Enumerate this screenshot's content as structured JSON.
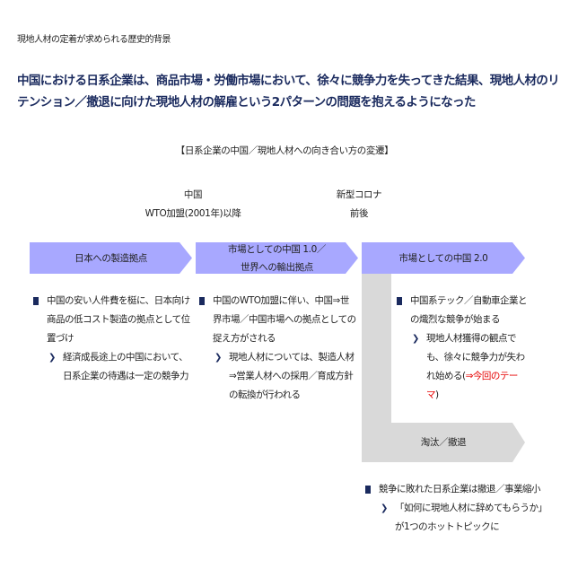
{
  "page": {
    "subtitle": "現地人材の定着が求められる歴史的背景",
    "headline": "中国における日系企業は、商品市場・労働市場において、徐々に競争力を失ってきた結果、現地人材のリテンション／撤退に向けた現地人材の解雇という2パターンの問題を抱えるようになった"
  },
  "diagram": {
    "title": "【日系企業の中国／現地人材への向き合い方の変遷】",
    "era_labels": [
      {
        "line1": "中国",
        "line2": "WTO加盟(2001年)以降"
      },
      {
        "line1": "新型コロナ",
        "line2": "前後"
      }
    ],
    "phases": [
      {
        "label": "日本への製造拠点",
        "bullet": "中国の安い人件費を梃に、日本向け商品の低コスト製造の拠点として位置づけ",
        "sub": "経済成長途上の中国において、日系企業の待遇は一定の競争力"
      },
      {
        "label_line1": "市場としての中国 1.0／",
        "label_line2": "世界への輸出拠点",
        "bullet": "中国のWTO加盟に伴い、中国⇒世界市場／中国市場への拠点としての捉え方がされる",
        "sub": "現地人材については、製造人材⇒営業人材への採用／育成方針の転換が行われる"
      },
      {
        "label": "市場としての中国 2.0",
        "bullet": "中国系テック／自動車企業との熾烈な競争が始まる",
        "sub_prefix": "現地人材獲得の観点でも、徐々に競争力が失われ始める(",
        "sub_highlight": "⇒今回のテーマ",
        "sub_suffix": ")"
      },
      {
        "label": "淘汰／撤退",
        "bullet": "競争に敗れた日系企業は撤退／事業縮小",
        "sub": "「如何に現地人材に辞めてもらうか」が1つのホットトピックに"
      }
    ]
  },
  "colors": {
    "headline": "#1a2a5e",
    "arrow_purple": "#a8a8ff",
    "arrow_grey": "#d9d9d9",
    "bullet": "#1a2a5e",
    "highlight_red": "#e60000"
  }
}
